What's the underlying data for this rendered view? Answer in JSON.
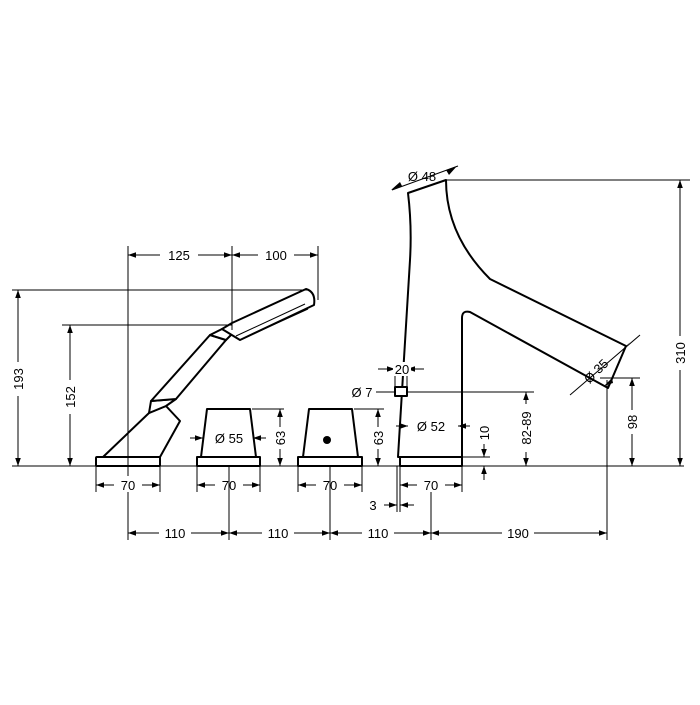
{
  "dimensions": {
    "handshower_spacing": "125",
    "handshower_head_offset": "100",
    "handshower_height": "193",
    "handshower_hose_height": "152",
    "base_width_1": "70",
    "base_width_2": "70",
    "base_width_3": "70",
    "base_width_4": "70",
    "handle_diameter": "Ø 55",
    "handle_height_1": "63",
    "handle_height_2": "63",
    "spacing_1": "110",
    "spacing_2": "110",
    "spacing_3": "110",
    "spout_reach": "190",
    "spout_inlet_diameter": "Ø 48",
    "spout_height": "310",
    "spout_outlet_diameter": "Ø 35",
    "spout_outlet_height": "98",
    "spout_wall": "20",
    "spout_hole_diameter": "Ø 7",
    "spout_base_diameter": "Ø 52",
    "spout_base_height": "10",
    "spout_hole_height": "82-89",
    "spout_offset": "3"
  }
}
